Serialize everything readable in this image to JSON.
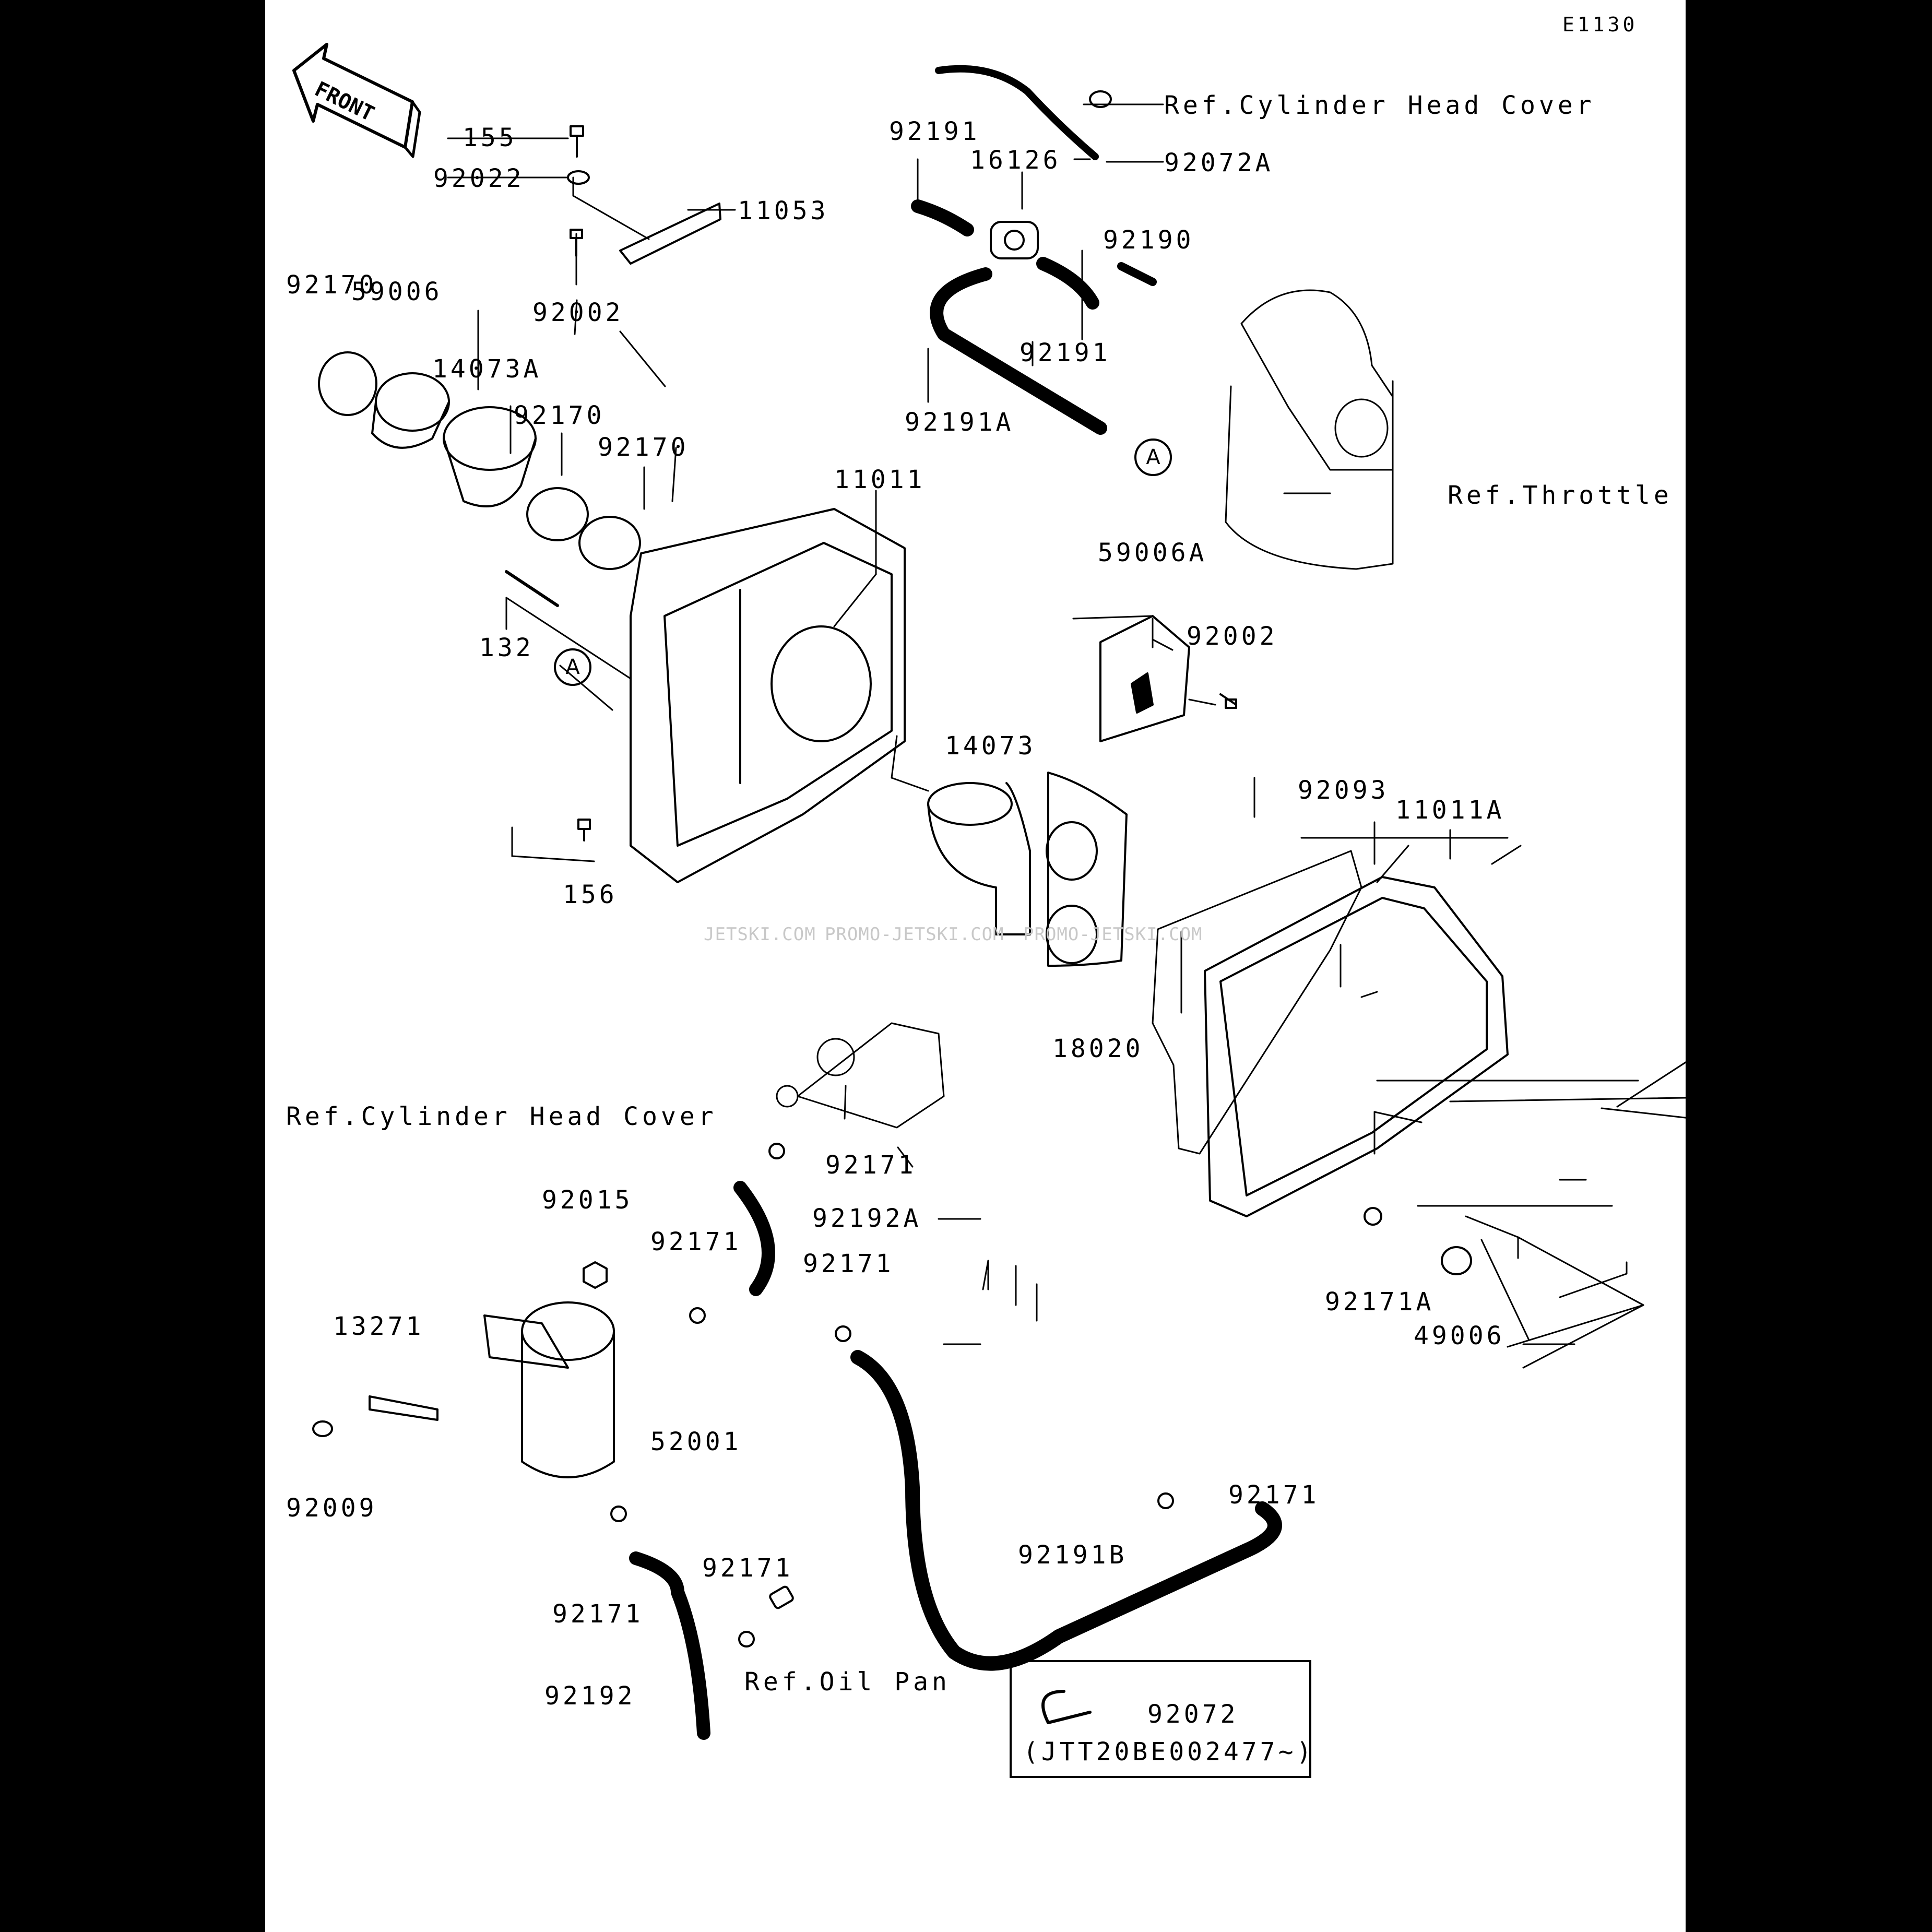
{
  "diagram_code": "E1130",
  "front_label": "FRONT",
  "callout_letter": "A",
  "parts": {
    "p155": "155",
    "p92022": "92022",
    "p11053": "11053",
    "p92002_top": "92002",
    "p92170_a": "92170",
    "p59006": "59006",
    "p14073A": "14073A",
    "p92170_b": "92170",
    "p92170_c": "92170",
    "p11011": "11011",
    "p132": "132",
    "p156": "156",
    "p92191_a": "92191",
    "p16126": "16126",
    "p92072A": "92072A",
    "p92190": "92190",
    "p92191_b": "92191",
    "p92191A": "92191A",
    "p59006A": "59006A",
    "p92002_mid": "92002",
    "p14073": "14073",
    "p92093": "92093",
    "p11011A": "11011A",
    "p18020": "18020",
    "p92171_a": "92171",
    "p92192A": "92192A",
    "p92015": "92015",
    "p92171_b": "92171",
    "p92171_c": "92171",
    "p92171A": "92171A",
    "p49006": "49006",
    "p13271": "13271",
    "p52001": "52001",
    "p92009": "92009",
    "p92171_d": "92171",
    "p92171_e": "92171",
    "p92171_f": "92171",
    "p92191B": "92191B",
    "p92192": "92192",
    "p92072": "92072"
  },
  "refs": {
    "cyl_head_cover_top": "Ref.Cylinder Head Cover",
    "throttle": "Ref.Throttle",
    "cyl_head_cover_mid": "Ref.Cylinder Head Cover",
    "oil_pan": "Ref.Oil Pan"
  },
  "serial_note": "(JTT20BE002477~)",
  "watermark": [
    "JETSKI.COM",
    "PROMO-JETSKI.COM",
    "PROMO-JETSKI.COM"
  ]
}
